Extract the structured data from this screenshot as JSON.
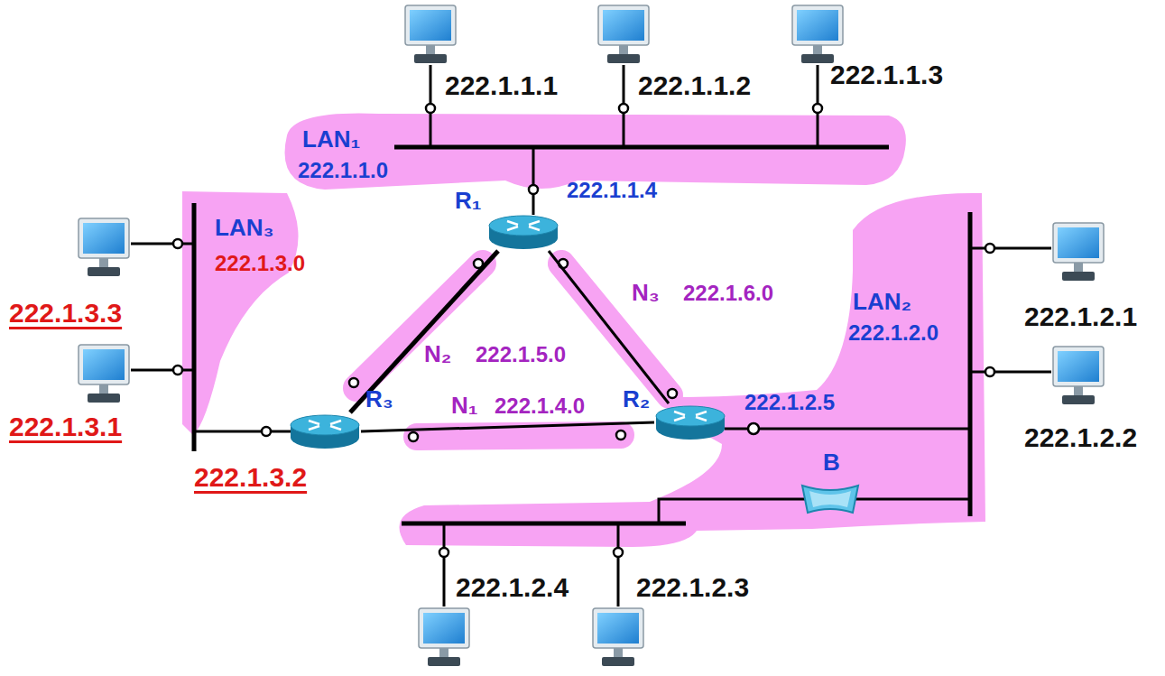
{
  "diagram": {
    "nodes": [
      {
        "text": [
          "R₁"
        ]
      },
      {
        "text": [
          "R₃"
        ]
      },
      {
        "text": [
          "R₂"
        ]
      },
      {
        "text": [
          "B"
        ]
      }
    ],
    "edges": [
      {
        "from": 0,
        "to": 1,
        "arrow": "none"
      },
      {
        "from": 0,
        "to": 2,
        "arrow": "none"
      },
      {
        "from": 1,
        "to": 2,
        "arrow": "none"
      }
    ],
    "labels": [
      "222.1.1.1",
      "222.1.1.2",
      "222.1.1.3",
      "LAN₁",
      "222.1.1.0",
      "222.1.1.4",
      "LAN₃",
      "222.1.3.0",
      "N₃",
      "222.1.6.0",
      "LAN₂",
      "222.1.2.0",
      "222.1.2.1",
      "222.1.2.2",
      "222.1.3.3",
      "N₂",
      "222.1.5.0",
      "222.1.3.1",
      "N₁",
      "222.1.4.0",
      "222.1.2.5",
      "222.1.3.2",
      "222.1.2.4",
      "222.1.2.3"
    ]
  }
}
